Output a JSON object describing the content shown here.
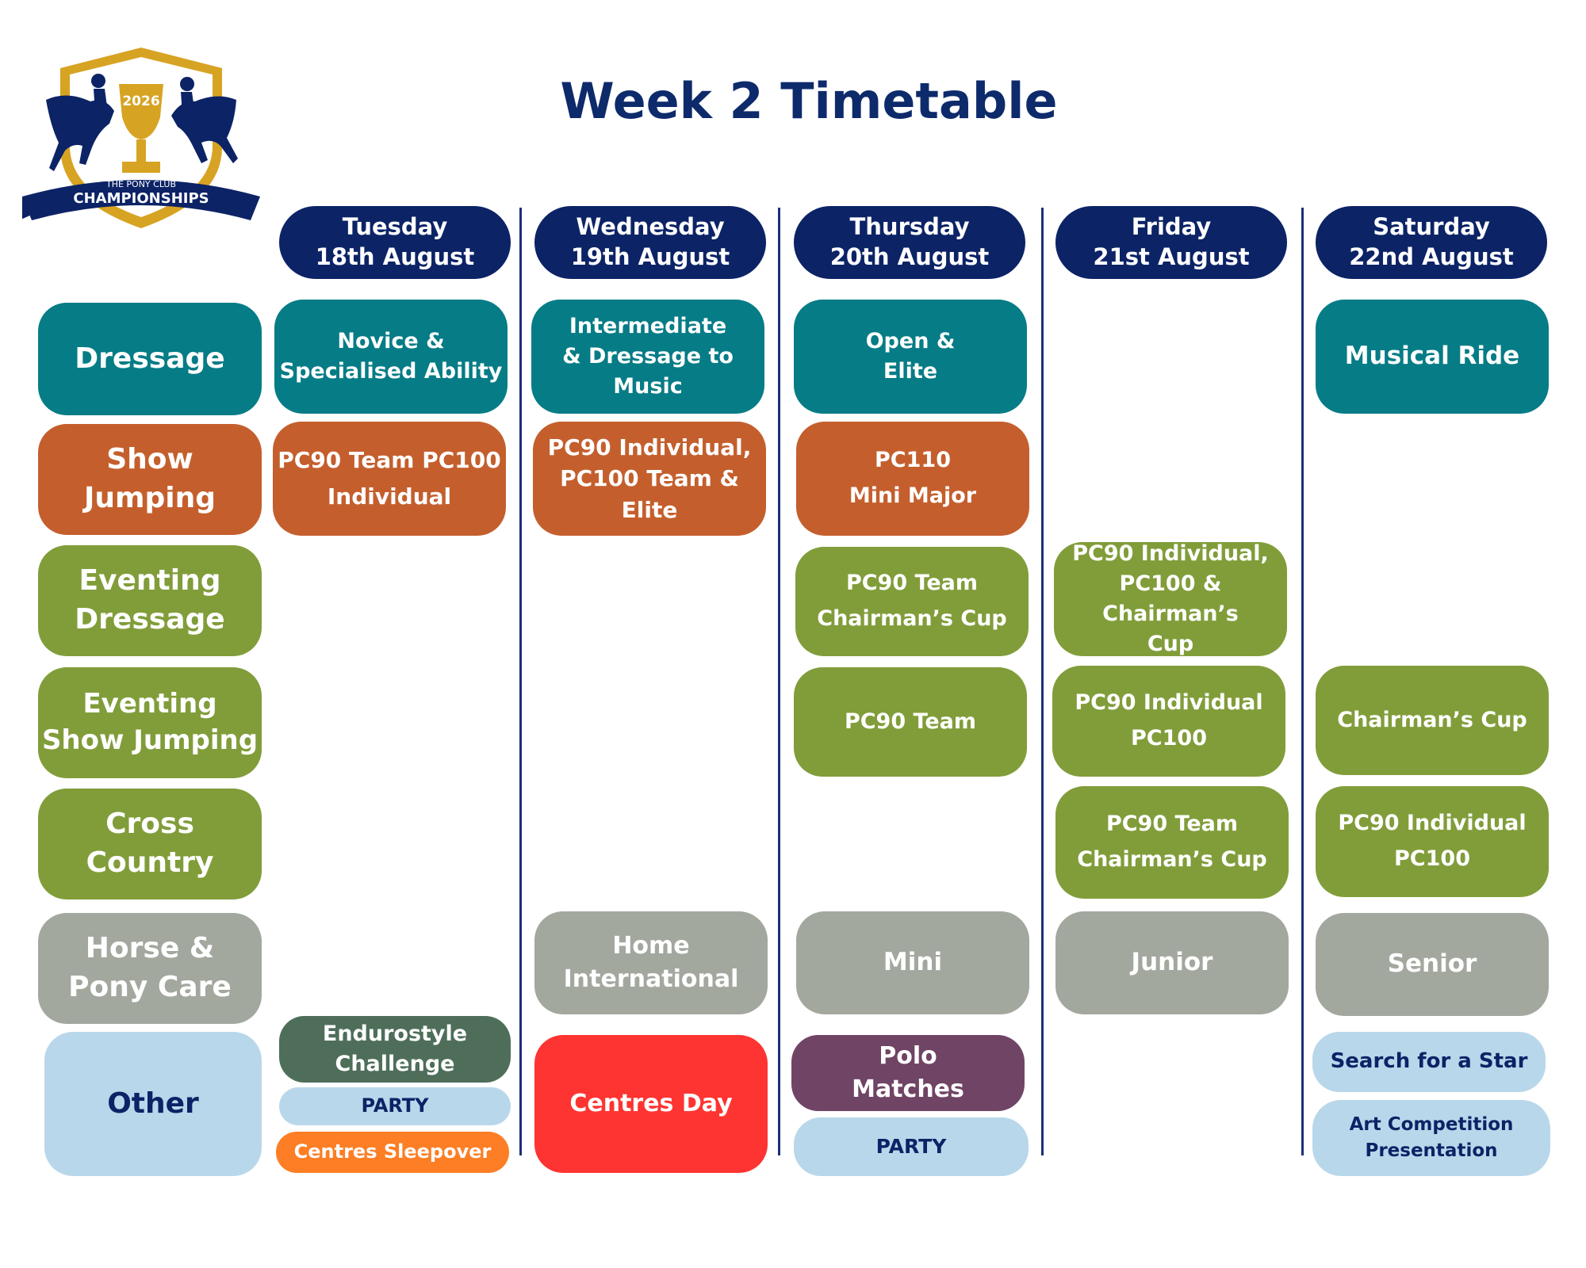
{
  "title": "Week 2 Timetable",
  "logo": {
    "year": "2026",
    "org": "THE PONY CLUB",
    "name": "CHAMPIONSHIPS"
  },
  "days": [
    {
      "name": "Tuesday",
      "date": "18th August"
    },
    {
      "name": "Wednesday",
      "date": "19th August"
    },
    {
      "name": "Thursday",
      "date": "20th August"
    },
    {
      "name": "Friday",
      "date": "21st August"
    },
    {
      "name": "Saturday",
      "date": "22nd August"
    }
  ],
  "categories": {
    "dressage": "Dressage",
    "show_jumping": "Show\nJumping",
    "eventing_dressage": "Eventing\nDressage",
    "eventing_show_jumping": "Eventing\nShow Jumping",
    "cross_country": "Cross\nCountry",
    "horse_pony_care": "Horse &\nPony Care",
    "other": "Other"
  },
  "events": {
    "dressage_tue": "Novice &\nSpecialised Ability",
    "dressage_wed": "Intermediate\n& Dressage to\nMusic",
    "dressage_thu": "Open &\nElite",
    "dressage_sat": "Musical Ride",
    "sj_tue": "PC90 Team  PC100\nIndividual",
    "sj_wed": "PC90 Individual,\nPC100 Team & Elite",
    "sj_thu": "PC110\nMini Major",
    "ed_thu": "PC90 Team\nChairman’s Cup",
    "ed_fri": "PC90 Individual,\nPC100 & Chairman’s\nCup",
    "esj_thu": "PC90 Team",
    "esj_fri": "PC90 Individual\nPC100",
    "esj_sat": "Chairman’s Cup",
    "xc_fri": "PC90 Team\nChairman’s Cup",
    "xc_sat": "PC90 Individual\nPC100",
    "hpc_wed": "Home\nInternational",
    "hpc_thu": "Mini",
    "hpc_fri": "Junior",
    "hpc_sat": "Senior",
    "other_tue_1": "Endurostyle\nChallenge",
    "other_tue_2": "PARTY",
    "other_tue_3": "Centres Sleepover",
    "other_wed": "Centres Day",
    "other_thu_1": "Polo\nMatches",
    "other_thu_2": "PARTY",
    "other_sat_1": "Search for a Star",
    "other_sat_2": "Art Competition\nPresentation"
  },
  "colors": {
    "navy": "#0c2366",
    "teal": "#067c86",
    "orange": "#c45f2d",
    "green": "#819d3a",
    "grey": "#a3a89f",
    "light_blue": "#b9d7ea",
    "dark_green": "#4e6e5a",
    "bright_orange": "#fd7e24",
    "red": "#fd3431",
    "purple": "#704465",
    "gold": "#d7a322"
  }
}
